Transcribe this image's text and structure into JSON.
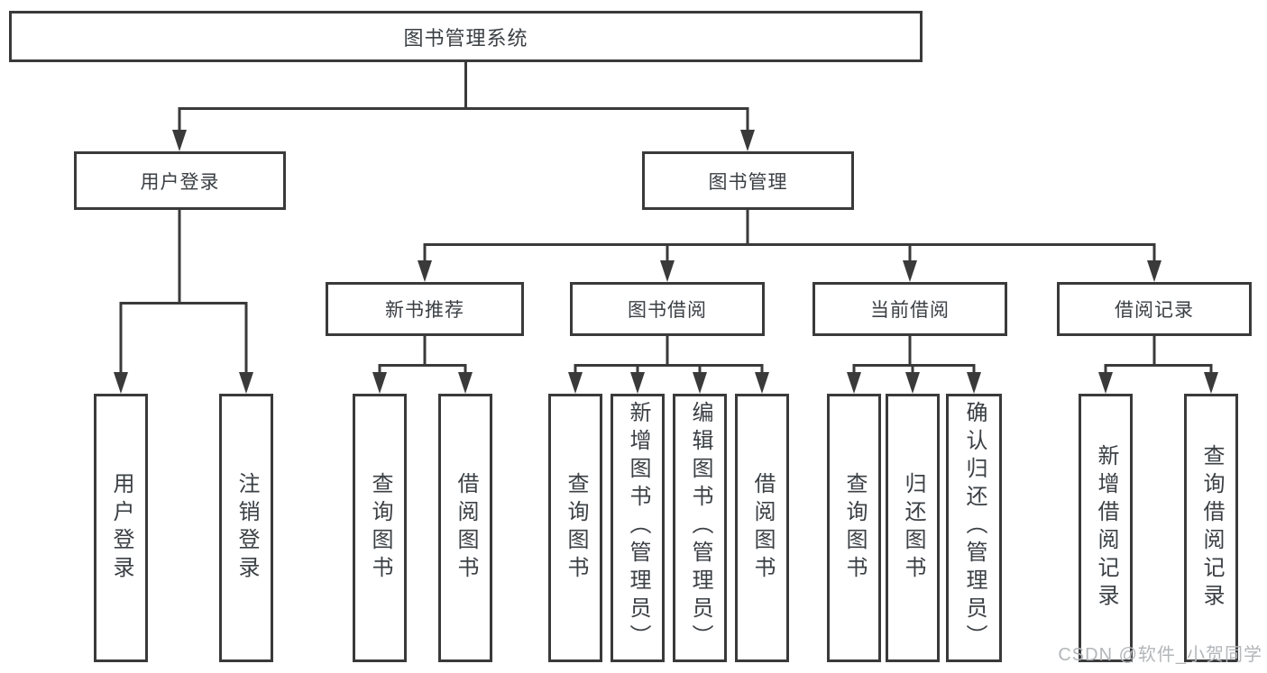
{
  "colors": {
    "line": "#3a3a3a",
    "text": "#3b4045",
    "watermark": "#b3b6b9",
    "background": "#ffffff"
  },
  "nodes": {
    "root": "图书管理系统",
    "user_login": "用户登录",
    "book_mgmt": "图书管理",
    "new_books": "新书推荐",
    "book_borrow": "图书借阅",
    "current_borrow": "当前借阅",
    "borrow_records": "借阅记录",
    "login": "用户登录",
    "logout": "注销登录",
    "nb_query": "查询图书",
    "nb_borrow": "借阅图书",
    "bb_query": "查询图书",
    "bb_add": "新增图书（管理员）",
    "bb_edit": "编辑图书（管理员）",
    "bb_borrow": "借阅图书",
    "cb_query": "查询图书",
    "cb_return": "归还图书",
    "cb_confirm": "确认归还（管理员）",
    "br_add": "新增借阅记录",
    "br_query": "查询借阅记录"
  },
  "watermark": "CSDN @软件_小贺同学"
}
